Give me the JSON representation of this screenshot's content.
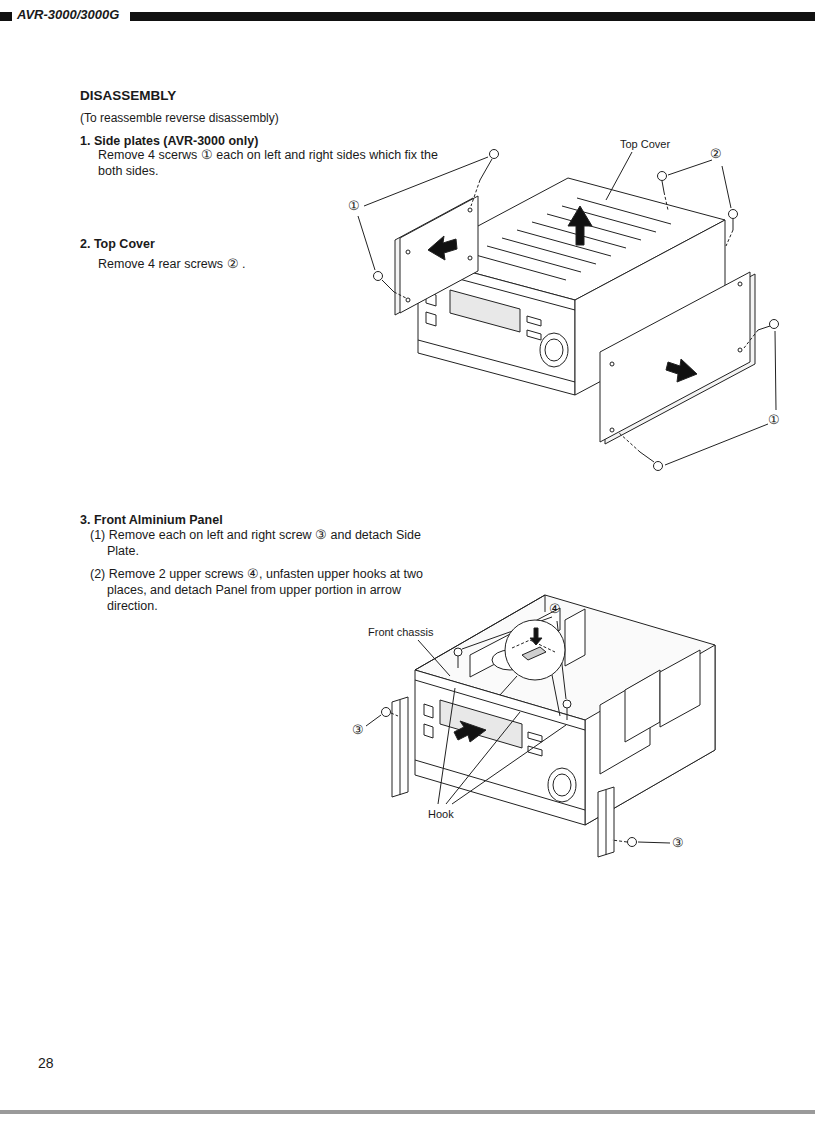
{
  "diagram": {
    "title": "DISASSEMBLY",
    "labels": [
      "AVR-3000/3000G",
      "(To reassemble reverse disassembly)",
      "1. Side plates (AVR-3000 only)",
      "Remove 4 scerws ① each on left and right sides which fix the both sides.",
      "2. Top Cover",
      "Remove 4 rear screws ② .",
      "Top Cover",
      "②",
      "①",
      "①",
      "3. Front Alminium Panel",
      "(1) Remove each on left and right screw ③ and detach Side Plate.",
      "(2) Remove 2 upper screws ④, unfasten upper hooks at two places, and detach Panel from upper portion in arrow direction.",
      "④",
      "Front chassis",
      "③",
      "Hook",
      "③",
      "28"
    ]
  }
}
